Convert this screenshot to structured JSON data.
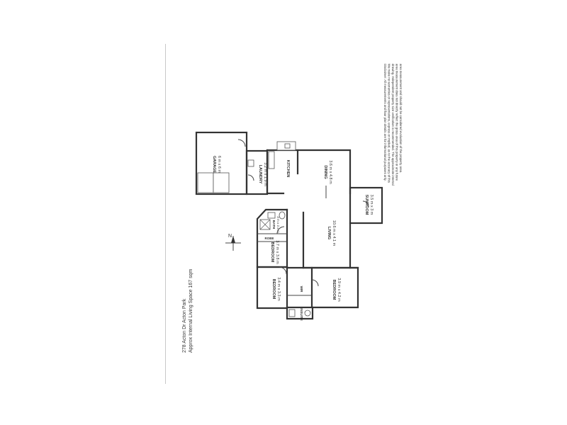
{
  "property": {
    "address": "278 Acton Dr Acton Park",
    "area": "Approx Internal Living Space 167 sqm"
  },
  "disclaimer": {
    "line1": "Disclaimer: All measurements and floor plan details are for informational purposes only.",
    "line2": "We make no warranties or representations, express or implied, as to the accuracy of this",
    "line3": "drawing. Independent property size verification is recommended. The approximate internal",
    "line4": "area measurement does not directly reflect the gross area of this property or any future",
    "line5": "area measurement and should not be considered evaluation of the property area."
  },
  "compass": {
    "label": "N"
  },
  "rooms": {
    "garage": {
      "name": "GARAGE",
      "size": "6 m x 6 m"
    },
    "laundry": {
      "name": "LAUNDRY",
      "size": "3.2 m x 1.9 m"
    },
    "kitchen": {
      "name": "KITCHEN"
    },
    "dining": {
      "name": "DINING",
      "size": "3.6 m x 4.8 m"
    },
    "sunroom": {
      "name": "SUNROOM",
      "size": "3.5 m x 3 m"
    },
    "living": {
      "name": "LIVING",
      "size": "10.6 m x 4.1 m"
    },
    "bath": {
      "name": "BATH",
      "size": "3 m x 2.4 m"
    },
    "robe": {
      "name": "ROBE"
    },
    "bedroom1": {
      "name": "BEDROOM",
      "size": "3.7 m x 3.8 m"
    },
    "bedroom2": {
      "name": "BEDROOM",
      "size": "3.4 m x 3.3 m"
    },
    "bedroom3": {
      "name": "BEDROOM",
      "size": "3.9 m x 4.2 m"
    },
    "wir": {
      "name": "WIR"
    },
    "ensuite": {
      "name": "ENSUITE"
    }
  }
}
